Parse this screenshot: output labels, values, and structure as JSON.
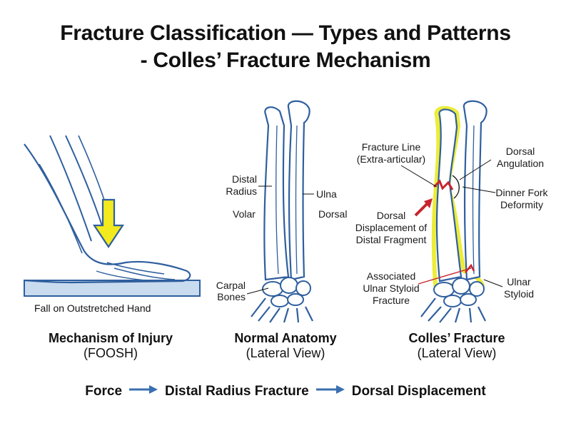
{
  "title": {
    "line1": "Fracture Classification — Types and Patterns",
    "line2": "- Colles’ Fracture Mechanism"
  },
  "panels": {
    "mechanism": {
      "caption_bold": "Mechanism of Injury",
      "caption_sub": "(FOOSH)",
      "surface_label": "Fall on Outstretched Hand"
    },
    "normal": {
      "caption_bold": "Normal Anatomy",
      "caption_sub": "(Lateral View)",
      "label_distal_radius_1": "Distal",
      "label_distal_radius_2": "Radius",
      "label_ulna": "Ulna",
      "label_volar": "Volar",
      "label_dorsal": "Dorsal",
      "label_carpal_1": "Carpal",
      "label_carpal_2": "Bones"
    },
    "colles": {
      "caption_bold": "Colles’ Fracture",
      "caption_sub": "(Lateral View)",
      "label_fracture_line_1": "Fracture Line",
      "label_fracture_line_2": "(Extra-articular)",
      "label_dorsal_ang_1": "Dorsal",
      "label_dorsal_ang_2": "Angulation",
      "label_dinner_fork_1": "Dinner Fork",
      "label_dinner_fork_2": "Deformity",
      "label_displacement_1": "Dorsal",
      "label_displacement_2": "Displacement of",
      "label_displacement_3": "Distal Fragment",
      "label_styloid_fx_1": "Associated",
      "label_styloid_fx_2": "Ulnar Styloid",
      "label_styloid_fx_3": "Fracture",
      "label_ulnar_styloid_1": "Ulnar",
      "label_ulnar_styloid_2": "Styloid"
    }
  },
  "flow": {
    "step1": "Force",
    "step2": "Distal Radius Fracture",
    "step3": "Dorsal Displacement"
  },
  "colors": {
    "bone_outline": "#2f5f9e",
    "surface": "#c9dbef",
    "force_arrow": "#f2ea1c",
    "highlight": "#ecec3a",
    "fracture": "#c8242b",
    "flow_arrow": "#3a6fb0"
  }
}
